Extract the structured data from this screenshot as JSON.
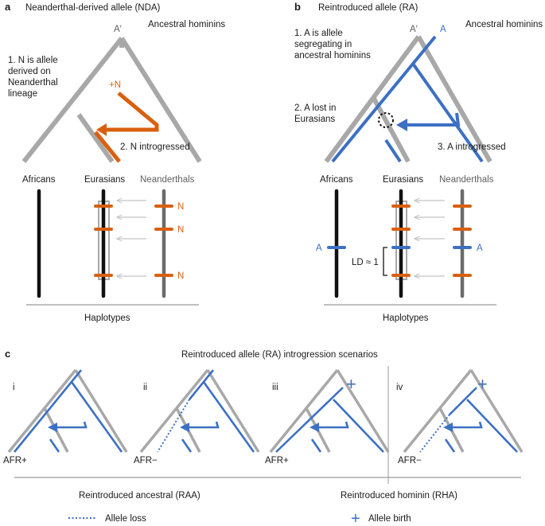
{
  "panel_a": {
    "letter": "a",
    "title": "Neanderthal-derived allele (NDA)",
    "ancestral_label": "Ancestral hominins",
    "a_prime": "A′",
    "plus_n": "+N",
    "step1": [
      "1. ",
      "N",
      " is allele",
      "derived on",
      "Neanderthal",
      "lineage"
    ],
    "step2": [
      "2. ",
      "N",
      " introgressed"
    ],
    "pop_africans": "Africans",
    "pop_eurasians": "Eurasians",
    "pop_neanderthals": "Neanderthals",
    "allele_n": "N",
    "haplotypes": "Haplotypes"
  },
  "panel_b": {
    "letter": "b",
    "title": "Reintroduced allele (RA)",
    "ancestral_label": "Ancestral hominins",
    "a_prime": "A′",
    "a_label": "A",
    "step1": [
      "1. ",
      "A",
      " is allele",
      "segregating in",
      "ancestral hominins"
    ],
    "step2": [
      "2. ",
      "A",
      " lost in",
      "Eurasians"
    ],
    "step3": [
      "3. ",
      "A",
      " introgressed"
    ],
    "pop_africans": "Africans",
    "pop_eurasians": "Eurasians",
    "pop_neanderthals": "Neanderthals",
    "allele_a": "A",
    "ld": "LD ≈ 1",
    "haplotypes": "Haplotypes"
  },
  "panel_c": {
    "letter": "c",
    "title": "Reintroduced allele (RA) introgression scenarios",
    "scenarios": [
      {
        "roman": "i",
        "afr": "AFR+"
      },
      {
        "roman": "ii",
        "afr": "AFR−"
      },
      {
        "roman": "iii",
        "afr": "AFR+"
      },
      {
        "roman": "iv",
        "afr": "AFR−"
      }
    ],
    "group_raa": "Reintroduced ancestral (RAA)",
    "group_rha": "Reintroduced hominin (RHA)",
    "legend_loss": "Allele loss",
    "legend_birth": "Allele birth",
    "plus_symbol": "+"
  },
  "colors": {
    "neanderthal_derived": "#d9600f",
    "reintroduced": "#3c70c4",
    "tree_gray": "#a8a8a8"
  }
}
